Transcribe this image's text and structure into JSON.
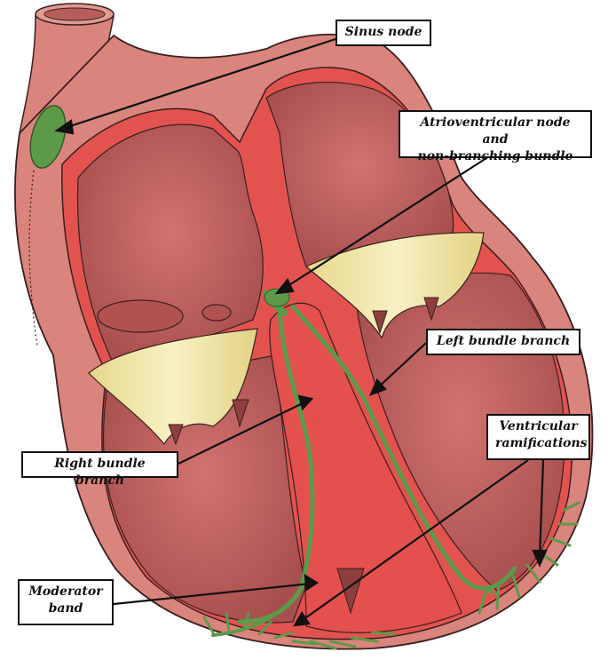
{
  "labels": {
    "sinus_node": "Sinus node",
    "av_node_line1": "Atrioventricular node and",
    "av_node_line2": "non-branching bundle",
    "left_bundle_branch": "Left bundle branch",
    "right_bundle_branch": "Right bundle branch",
    "ventricular_line1": "Ventricular",
    "ventricular_line2": "ramifications",
    "moderator_line1": "Moderator",
    "moderator_line2": "band"
  },
  "colors": {
    "outer_heart": "#d9847c",
    "chamber_wall": "#e2534f",
    "chamber_interior": "#c46663",
    "septum": "#e4504d",
    "valve": "#ece39a",
    "conduction": "#5c9a4a",
    "outline": "#3a1f1f"
  }
}
